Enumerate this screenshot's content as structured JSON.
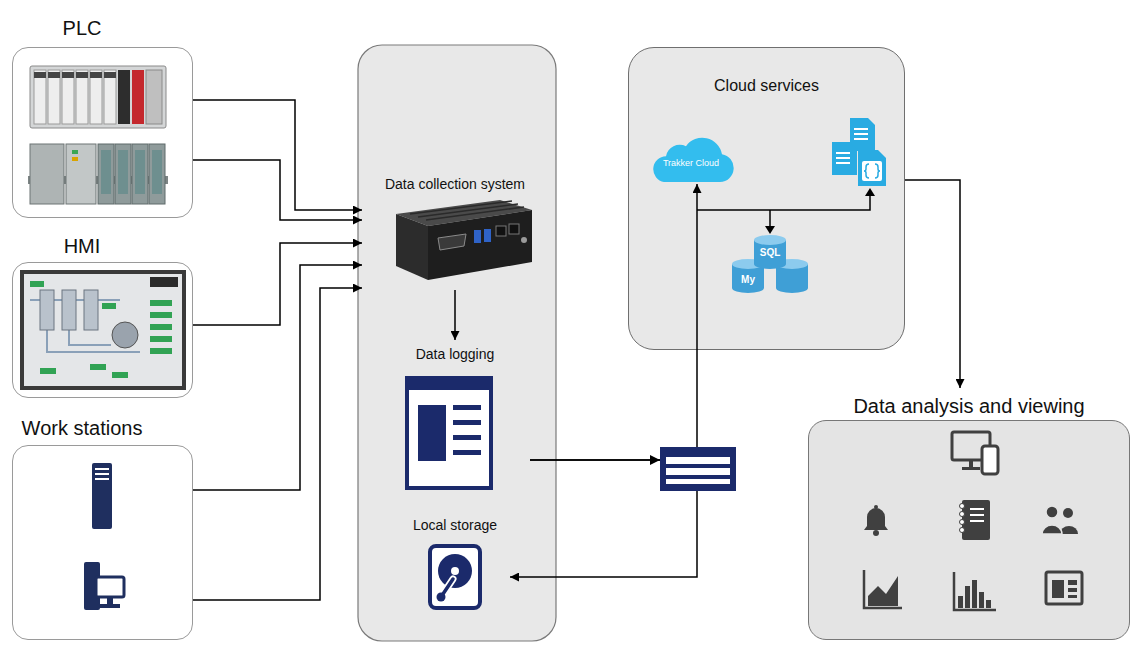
{
  "diagram": {
    "nodes": [
      {
        "text": [
          "PLC"
        ]
      },
      {
        "text": [
          "HMI"
        ]
      },
      {
        "text": [
          "Work stations"
        ]
      },
      {
        "text": [
          "Data collection system"
        ]
      },
      {
        "text": [
          "Data logging"
        ]
      },
      {
        "text": [
          "Local storage"
        ]
      },
      {
        "text": [
          "Cloud services"
        ]
      },
      {
        "text": [
          "Trakker Cloud"
        ],
        "in": 6
      },
      {
        "text": [
          "Data analysis and viewing"
        ]
      }
    ],
    "edges": [
      {
        "from": 0,
        "to": 3,
        "arrow": "to"
      },
      {
        "from": 0,
        "to": 3,
        "arrow": "to"
      },
      {
        "from": 1,
        "to": 3,
        "arrow": "to"
      },
      {
        "from": 2,
        "to": 3,
        "arrow": "to"
      },
      {
        "from": 2,
        "to": 3,
        "arrow": "to"
      },
      {
        "from": 3,
        "to": 4,
        "arrow": "to"
      },
      {
        "from": 4,
        "to": 5,
        "arrow": "to"
      },
      {
        "from": 4,
        "to": 7,
        "arrow": "to"
      },
      {
        "from": 6,
        "to": 8,
        "arrow": "to"
      }
    ],
    "labels": [
      "My",
      "SQL"
    ]
  }
}
